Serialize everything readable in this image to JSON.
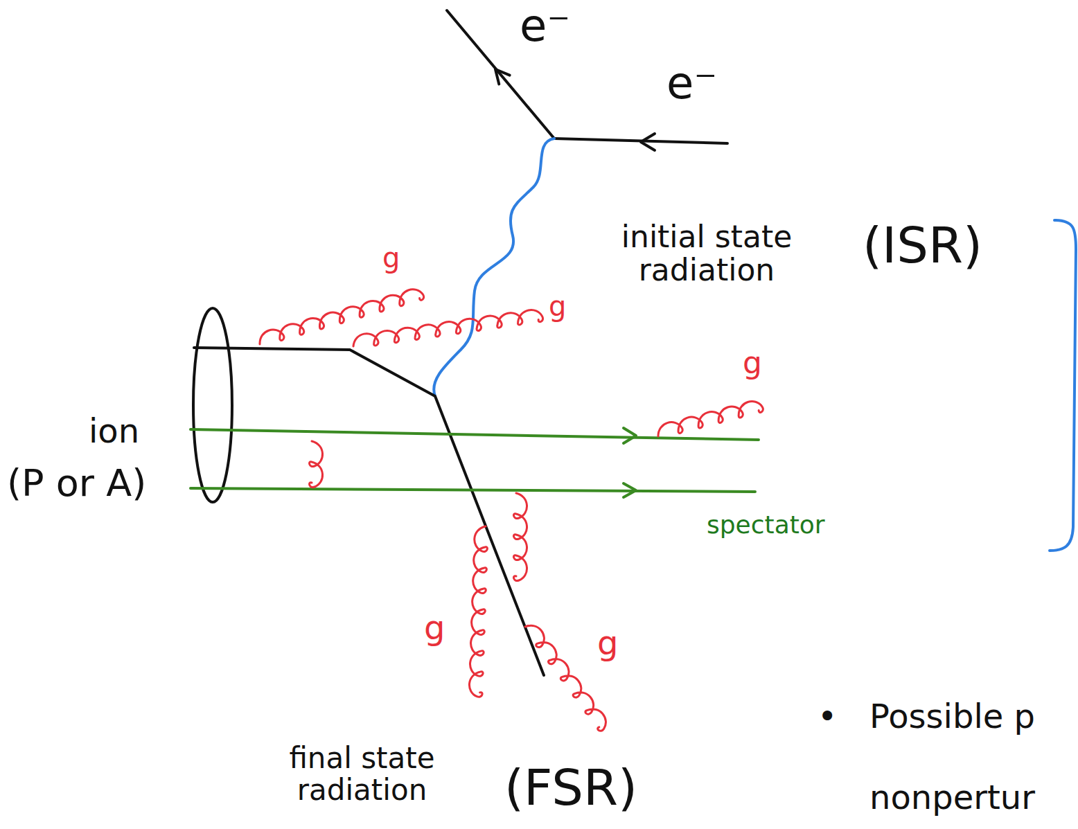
{
  "diagram": {
    "labels": [
      "e⁻",
      "e⁻",
      "g",
      "g",
      "initial state radiation",
      "(ISR)",
      "g",
      "ion",
      "(P or A)",
      "spectator",
      "g",
      "g",
      "final state radiation",
      "(FSR)",
      "•",
      "Possible p",
      "nonpertur"
    ]
  }
}
